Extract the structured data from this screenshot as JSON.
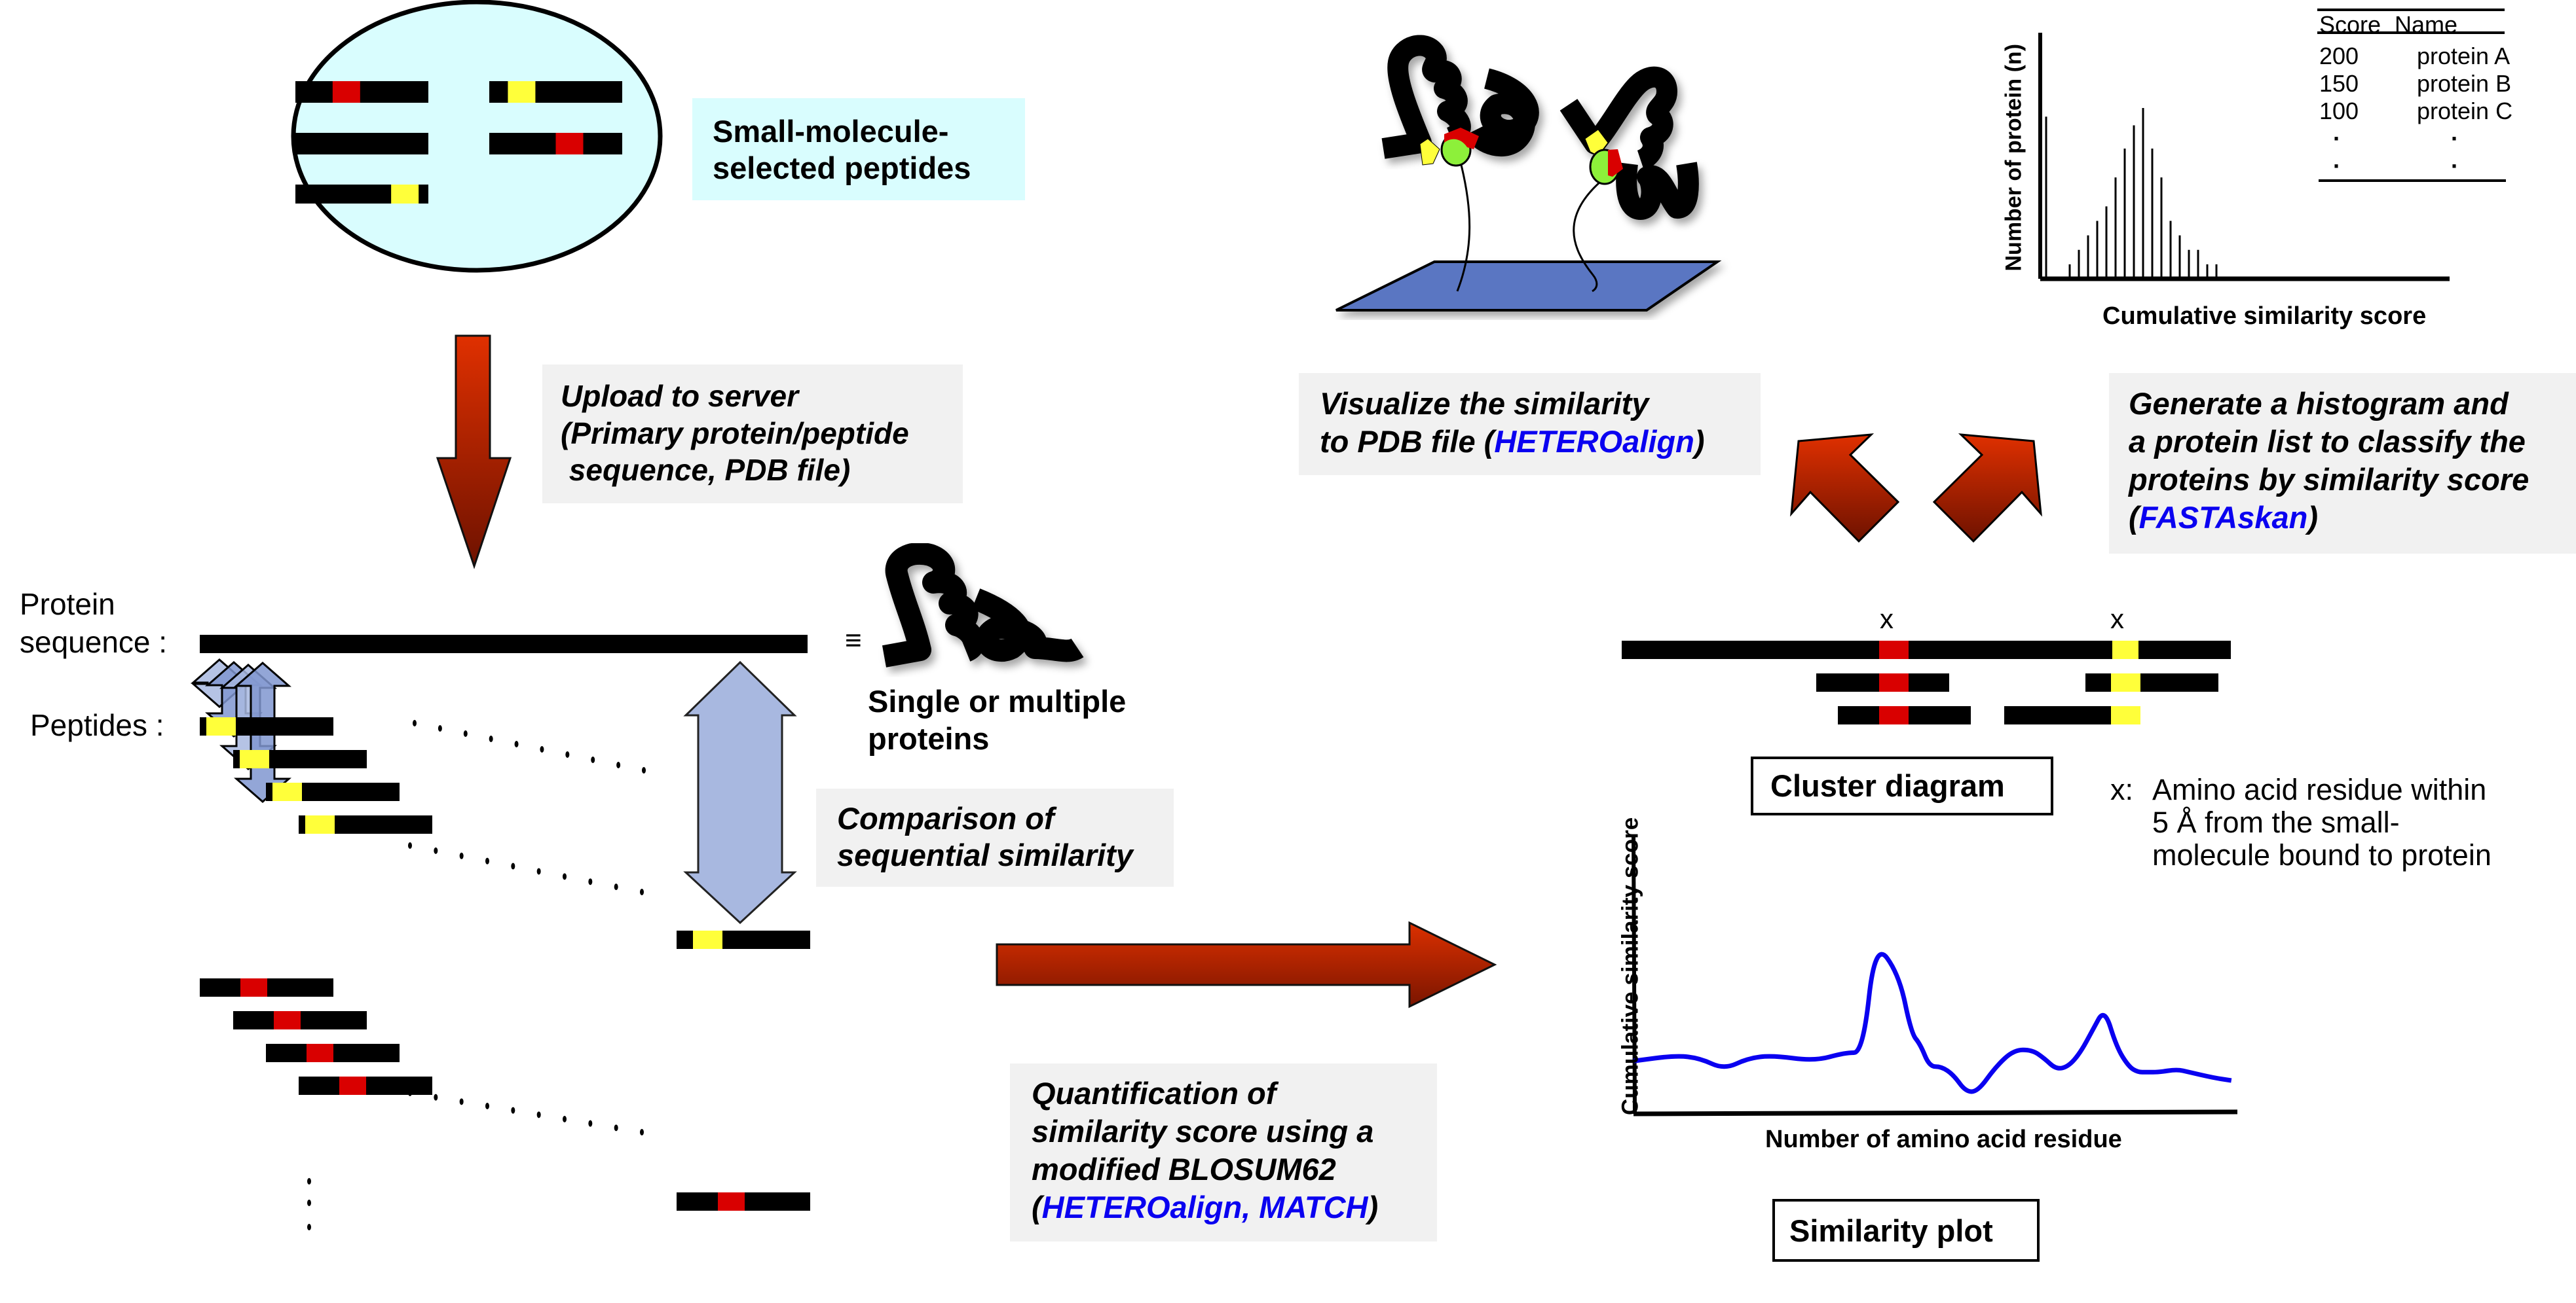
{
  "colors": {
    "highlight_red": "#d90000",
    "highlight_yellow": "#ffff3a",
    "peptide_black": "#000000",
    "ellipse_fill": "#d9fdfe",
    "callout_grey": "#f1f1f1",
    "arrow_red_top": "#e03000",
    "arrow_red_bottom": "#6e1200",
    "double_arrow_fill": "#a8b8e0",
    "pdb_plane": "#5a76c2",
    "tool_name_blue": "#0a00f0",
    "plot_line": "#0a00f0",
    "ligand_green": "#8df03a"
  },
  "library": {
    "title_line1": "Small-molecule-",
    "title_line2": "selected peptides",
    "peptides": [
      {
        "highlight": "red",
        "highlight_pos": 0.28
      },
      {
        "highlight": "yellow",
        "highlight_pos": 0.14
      },
      {
        "highlight": "none",
        "highlight_pos": null
      },
      {
        "highlight": "red",
        "highlight_pos": 0.5
      },
      {
        "highlight": "yellow",
        "highlight_pos": 0.72
      }
    ]
  },
  "upload_step": {
    "line1": "Upload to server",
    "line2": "(Primary protein/peptide",
    "line3": " sequence, PDB file)"
  },
  "alignment": {
    "protein_label_line1": "Protein",
    "protein_label_line2": "sequence :",
    "peptides_label": "Peptides :",
    "equivalence_symbol": "≡",
    "protein_caption_line1": "Single or multiple",
    "protein_caption_line2": "proteins",
    "comparison_line1": "Comparison of",
    "comparison_line2": "sequential similarity",
    "ellipsis_vertical": "⋮"
  },
  "quantification_step": {
    "line1": "Quantification of",
    "line2": "similarity score using a",
    "line3": "modified BLOSUM62",
    "open_paren": "(",
    "tools": "HETEROalign, MATCH",
    "close_paren": ")"
  },
  "visualize_step": {
    "line1": "Visualize the similarity",
    "line2_prefix": "to PDB file (",
    "tool": "HETEROalign",
    "close_paren": ")"
  },
  "histogram_step": {
    "line1": "Generate a histogram and",
    "line2": "a protein list to classify the",
    "line3": "proteins by similarity score",
    "open_paren": "(",
    "tool": "FASTAskan",
    "close_paren": ")"
  },
  "cluster": {
    "marker": "x",
    "title": "Cluster diagram",
    "legend_prefix": "x:",
    "legend_line1": "Amino acid residue within",
    "legend_line2": "5 Å from the small-",
    "legend_line3": "molecule bound to protein"
  },
  "score_table": {
    "headers": [
      "Score",
      "Name"
    ],
    "rows": [
      [
        "200",
        "protein A"
      ],
      [
        "150",
        "protein B"
      ],
      [
        "100",
        "protein C"
      ],
      [
        "·",
        "·"
      ],
      [
        "·",
        "·"
      ]
    ]
  },
  "chart_data": [
    {
      "type": "bar",
      "title": "",
      "xlabel": "Cumulative similarity score",
      "ylabel": "Number of protein (n)",
      "categories": [
        "b1",
        "b2",
        "b3",
        "b4",
        "b5",
        "b6",
        "b7",
        "b8",
        "b9",
        "b10",
        "b11",
        "b12",
        "b13",
        "b14",
        "b15",
        "b16",
        "b17",
        "b18",
        "b19",
        "b20",
        "b21",
        "b22",
        "b23",
        "b24",
        "b25"
      ],
      "values": [
        0.56,
        0,
        0,
        0.05,
        0.1,
        0.15,
        0.2,
        0.25,
        0.35,
        0.45,
        0.53,
        0.59,
        0.45,
        0.35,
        0.2,
        0.15,
        0.1,
        0.1,
        0.05,
        0.05,
        0,
        0,
        0,
        0,
        0
      ],
      "ylim": [
        0,
        0.85
      ],
      "grid": false,
      "ticks_shown": false,
      "note": "schematic histogram, unlabeled axes; values are relative heights"
    },
    {
      "type": "line",
      "title": "Similarity plot",
      "xlabel": "Number of amino acid residue",
      "ylabel": "Cumulative similarity score",
      "x": [
        0,
        0.07,
        0.11,
        0.15,
        0.19,
        0.23,
        0.3,
        0.35,
        0.38,
        0.4,
        0.44,
        0.46,
        0.475,
        0.49,
        0.51,
        0.53,
        0.55,
        0.57,
        0.6,
        0.63,
        0.66,
        0.68,
        0.7,
        0.72,
        0.74,
        0.76,
        0.78,
        0.8,
        0.82,
        0.835,
        0.85,
        0.87,
        0.9,
        0.92,
        0.96,
        0.99
      ],
      "y": [
        0.19,
        0.21,
        0.2,
        0.16,
        0.2,
        0.21,
        0.19,
        0.22,
        0.22,
        0.62,
        0.5,
        0.29,
        0.25,
        0.17,
        0.17,
        0.14,
        0.08,
        0.08,
        0.17,
        0.23,
        0.23,
        0.2,
        0.16,
        0.17,
        0.22,
        0.3,
        0.38,
        0.24,
        0.17,
        0.15,
        0.15,
        0.15,
        0.16,
        0.15,
        0.13,
        0.12
      ],
      "xlim": [
        0,
        1
      ],
      "ylim": [
        0,
        1
      ],
      "grid": false,
      "ticks_shown": false,
      "note": "schematic curve, unlabeled axes; values normalized to axis extent"
    }
  ],
  "similarity_plot": {
    "title": "Similarity plot",
    "xlabel": "Number of amino acid residue",
    "ylabel": "Cumulative similarity score"
  },
  "histogram": {
    "xlabel": "Cumulative similarity score",
    "ylabel": "Number of protein (n)"
  }
}
